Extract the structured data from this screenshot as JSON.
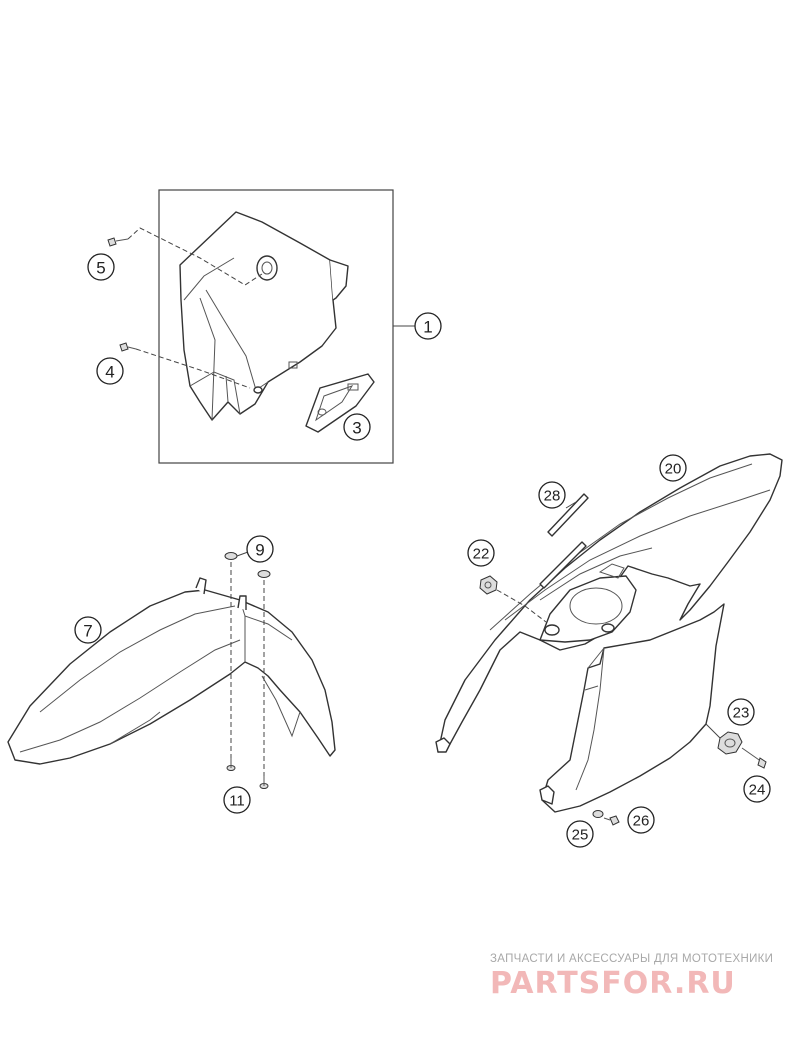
{
  "callouts": [
    {
      "id": "c1",
      "label": "1"
    },
    {
      "id": "c3",
      "label": "3"
    },
    {
      "id": "c4",
      "label": "4"
    },
    {
      "id": "c5",
      "label": "5"
    },
    {
      "id": "c7",
      "label": "7"
    },
    {
      "id": "c9",
      "label": "9"
    },
    {
      "id": "c11",
      "label": "11"
    },
    {
      "id": "c20",
      "label": "20"
    },
    {
      "id": "c22",
      "label": "22"
    },
    {
      "id": "c23",
      "label": "23"
    },
    {
      "id": "c24",
      "label": "24"
    },
    {
      "id": "c25",
      "label": "25"
    },
    {
      "id": "c26",
      "label": "26"
    },
    {
      "id": "c28",
      "label": "28"
    }
  ],
  "watermark": {
    "tagline": "ЗАПЧАСТИ И АКСЕССУАРЫ ДЛЯ МОТОТЕХНИКИ",
    "logo": "PARTSFOR.RU"
  }
}
